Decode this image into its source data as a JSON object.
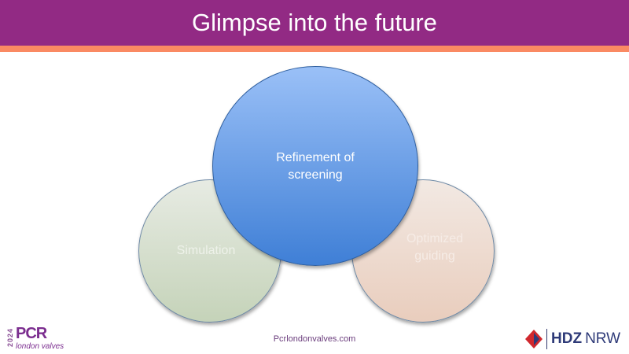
{
  "title": "Glimpse into the future",
  "diagram": {
    "center": "Refinement of screening",
    "left": "Simulation",
    "right": "Optimized guiding"
  },
  "footer": {
    "url": "Pcrlondonvalves.com",
    "pcr_year": "2024",
    "pcr_logo": "PCR",
    "pcr_sub": "london valves",
    "hdz_bold": "HDZ",
    "hdz_light": "NRW"
  },
  "colors": {
    "header": "#922a84",
    "stripe": "#fa8a63",
    "center": "#5b93e2"
  }
}
